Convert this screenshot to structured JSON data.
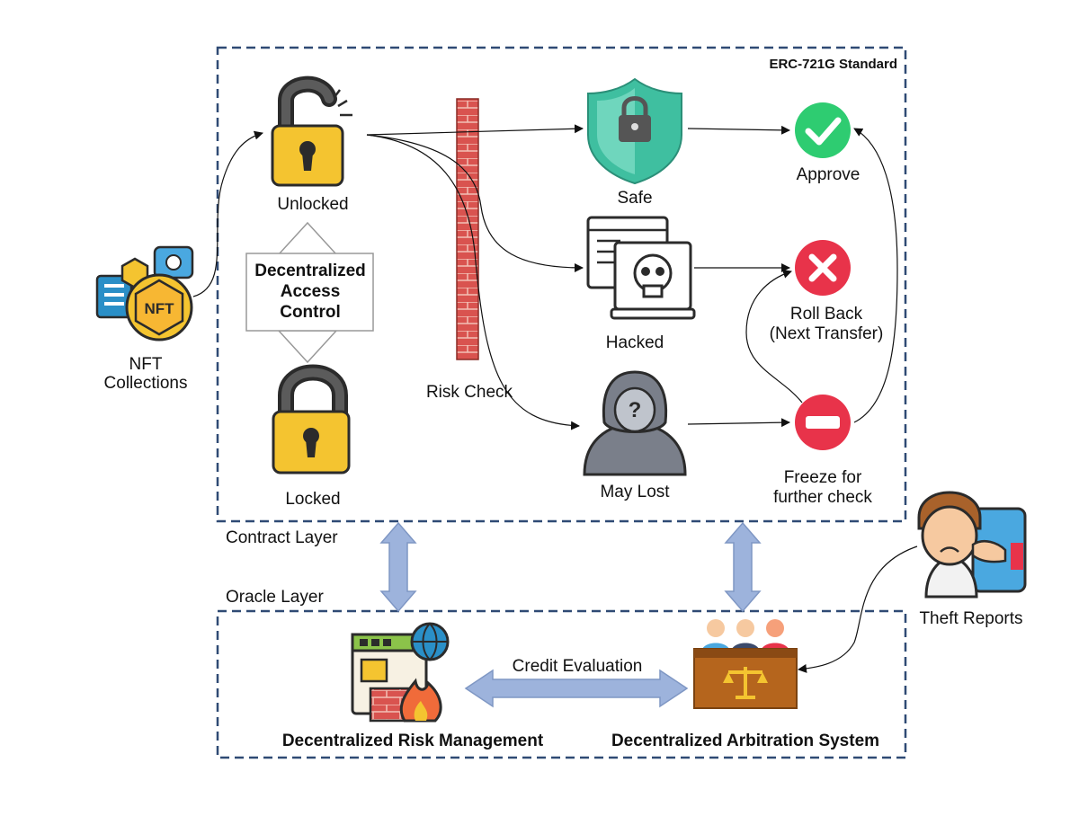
{
  "standard_label": "ERC-721G Standard",
  "layers": {
    "contract": "Contract Layer",
    "oracle": "Oracle Layer"
  },
  "nft": {
    "line1": "NFT",
    "line2": "Collections",
    "badge": "NFT"
  },
  "access_control": {
    "line1": "Decentralized",
    "line2": "Access",
    "line3": "Control"
  },
  "states": {
    "unlocked": "Unlocked",
    "locked": "Locked"
  },
  "risk_check": "Risk Check",
  "outcomes": {
    "safe": "Safe",
    "hacked": "Hacked",
    "may_lost": "May Lost",
    "approve": "Approve",
    "rollback_line1": "Roll Back",
    "rollback_line2": "(Next Transfer)",
    "freeze_line1": "Freeze for",
    "freeze_line2": "further check"
  },
  "theft_reports": "Theft Reports",
  "oracle": {
    "risk_management": "Decentralized Risk Management",
    "arbitration": "Decentralized Arbitration System",
    "credit_evaluation": "Credit Evaluation"
  },
  "colors": {
    "dashed_border": "#2f4a74",
    "double_arrow": "#9db3dc",
    "approve": "#2ecc71",
    "reject": "#e8334a",
    "freeze": "#e8334a",
    "brick": "#d9534f"
  }
}
